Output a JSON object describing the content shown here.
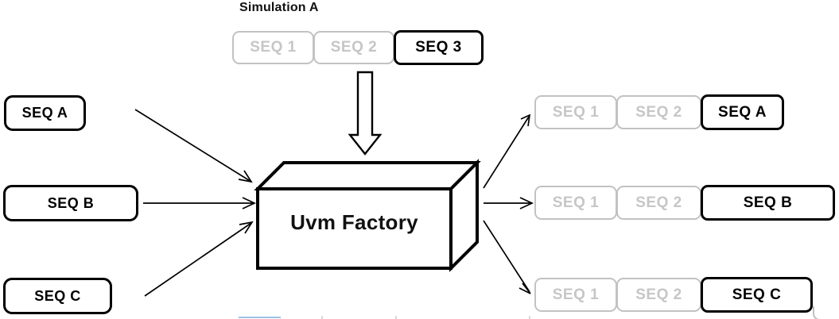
{
  "diagram": {
    "title": "Simulation A",
    "factory_label": "Uvm Factory",
    "colors": {
      "active_border": "#000000",
      "inactive_border": "#c2c2c2",
      "inactive_text": "#c6c6c6",
      "background": "#ffffff",
      "text": "#111111"
    }
  },
  "simulation_row": {
    "label": "Simulation A",
    "items": [
      {
        "label": "SEQ 1",
        "state": "inactive"
      },
      {
        "label": "SEQ 2",
        "state": "inactive"
      },
      {
        "label": "SEQ 3",
        "state": "active"
      }
    ]
  },
  "sources": [
    {
      "label": "SEQ A"
    },
    {
      "label": "SEQ B"
    },
    {
      "label": "SEQ C"
    }
  ],
  "outputs": [
    {
      "row": "a",
      "items": [
        {
          "label": "SEQ 1",
          "state": "inactive"
        },
        {
          "label": "SEQ 2",
          "state": "inactive"
        },
        {
          "label": "SEQ A",
          "state": "active"
        }
      ]
    },
    {
      "row": "b",
      "items": [
        {
          "label": "SEQ 1",
          "state": "inactive"
        },
        {
          "label": "SEQ 2",
          "state": "inactive"
        },
        {
          "label": "SEQ B",
          "state": "active"
        }
      ]
    },
    {
      "row": "c",
      "items": [
        {
          "label": "SEQ 1",
          "state": "inactive"
        },
        {
          "label": "SEQ 2",
          "state": "inactive"
        },
        {
          "label": "SEQ C",
          "state": "active"
        }
      ]
    }
  ]
}
